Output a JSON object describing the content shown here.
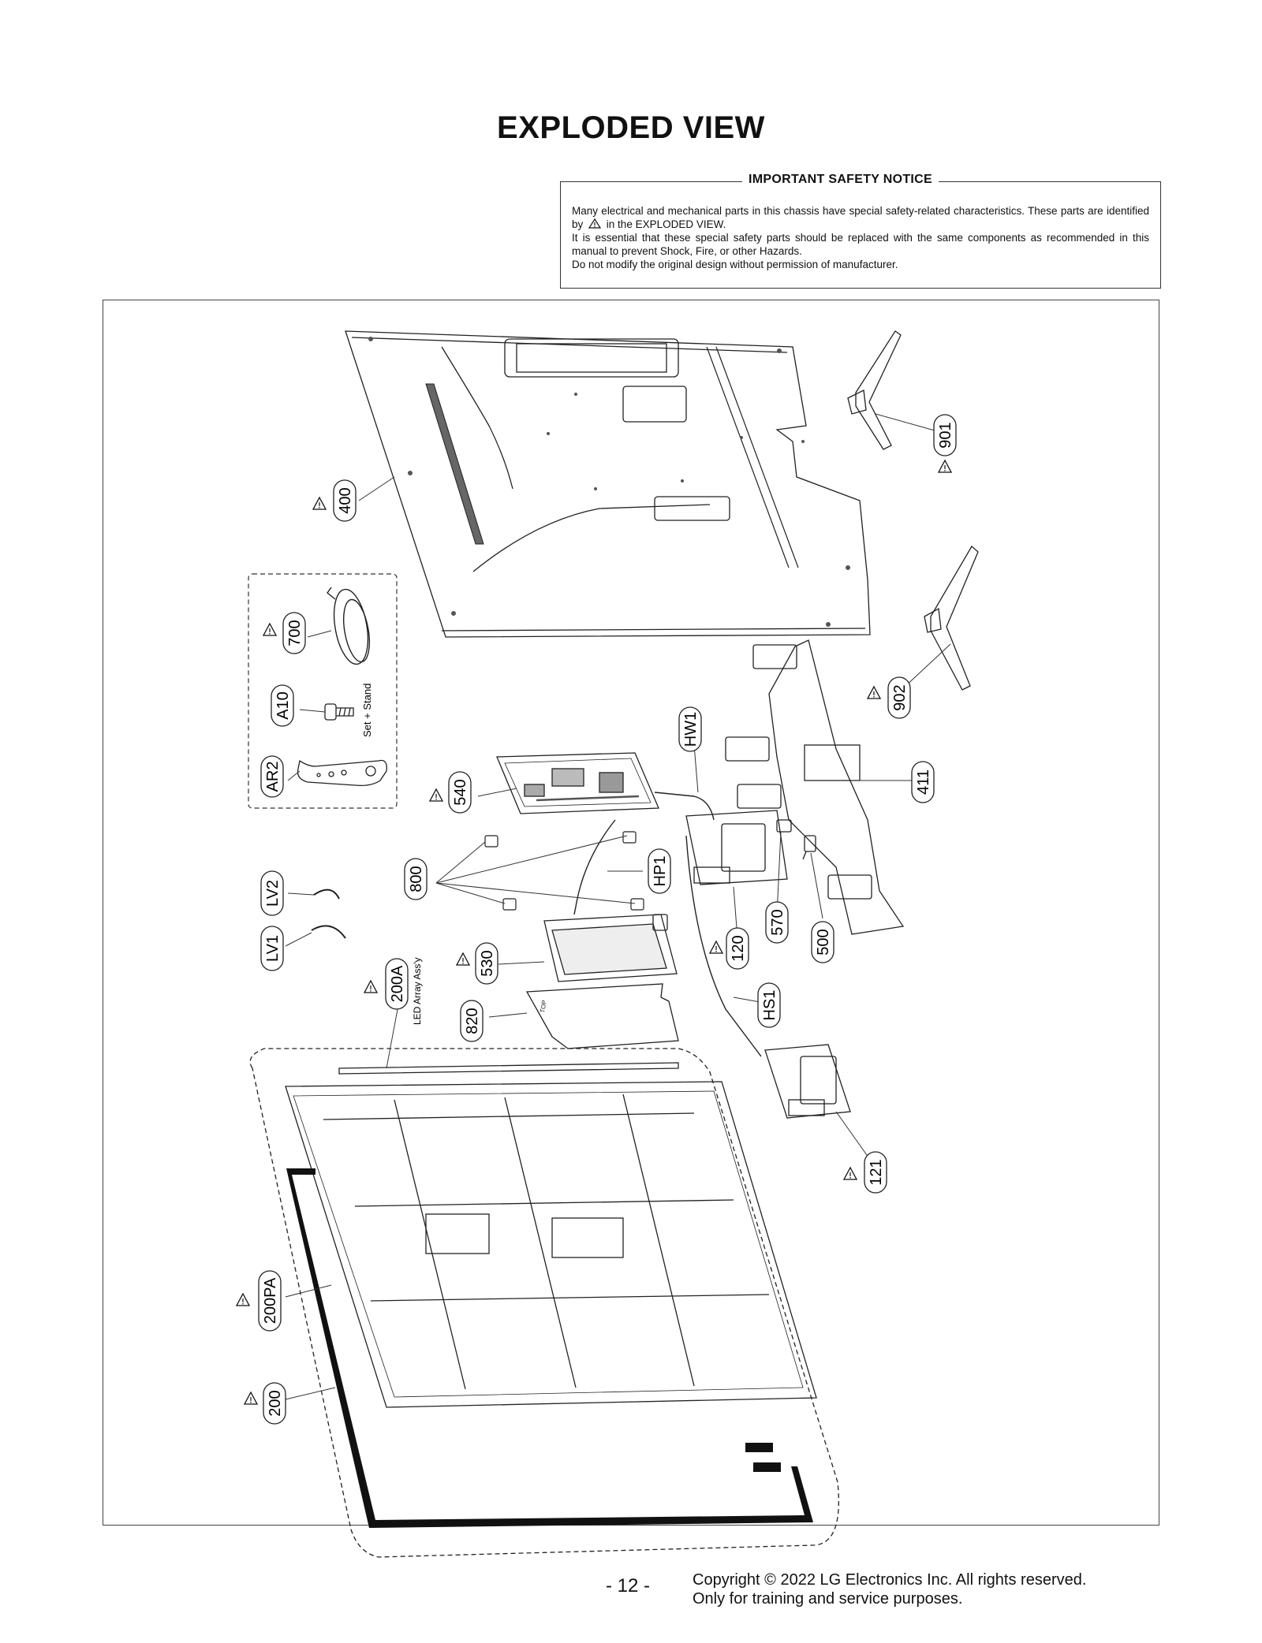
{
  "title": "EXPLODED VIEW",
  "notice": {
    "heading": "IMPORTANT SAFETY NOTICE",
    "line1": "Many electrical and mechanical parts in this chassis have special safety-related characteristics. These parts are identified by",
    "line1b": "in the EXPLODED VIEW.",
    "line2": "It is essential that these special safety parts should be replaced with the same components as recommended in this manual to prevent Shock, Fire, or other Hazards.",
    "line3": "Do not modify the original design without permission of manufacturer."
  },
  "diagram": {
    "labels": {
      "p400": "400",
      "p901": "901",
      "p902": "902",
      "p700": "700",
      "pA10": "A10",
      "pAR2": "AR2",
      "set_stand": "Set + Stand",
      "pHW1": "HW1",
      "p540": "540",
      "p411": "411",
      "p800": "800",
      "pHP1": "HP1",
      "pLV2": "LV2",
      "pLV1": "LV1",
      "p570": "570",
      "p500": "500",
      "p120": "120",
      "p530": "530",
      "p200A": "200A",
      "led_array": "LED Array Ass'y",
      "p820": "820",
      "pHS1": "HS1",
      "p121": "121",
      "p200PA": "200PA",
      "p200": "200"
    }
  },
  "footer": {
    "page": "- 12 -",
    "copyright": "Copyright © 2022 LG Electronics Inc. All rights reserved.",
    "training": "Only for training and service purposes."
  }
}
